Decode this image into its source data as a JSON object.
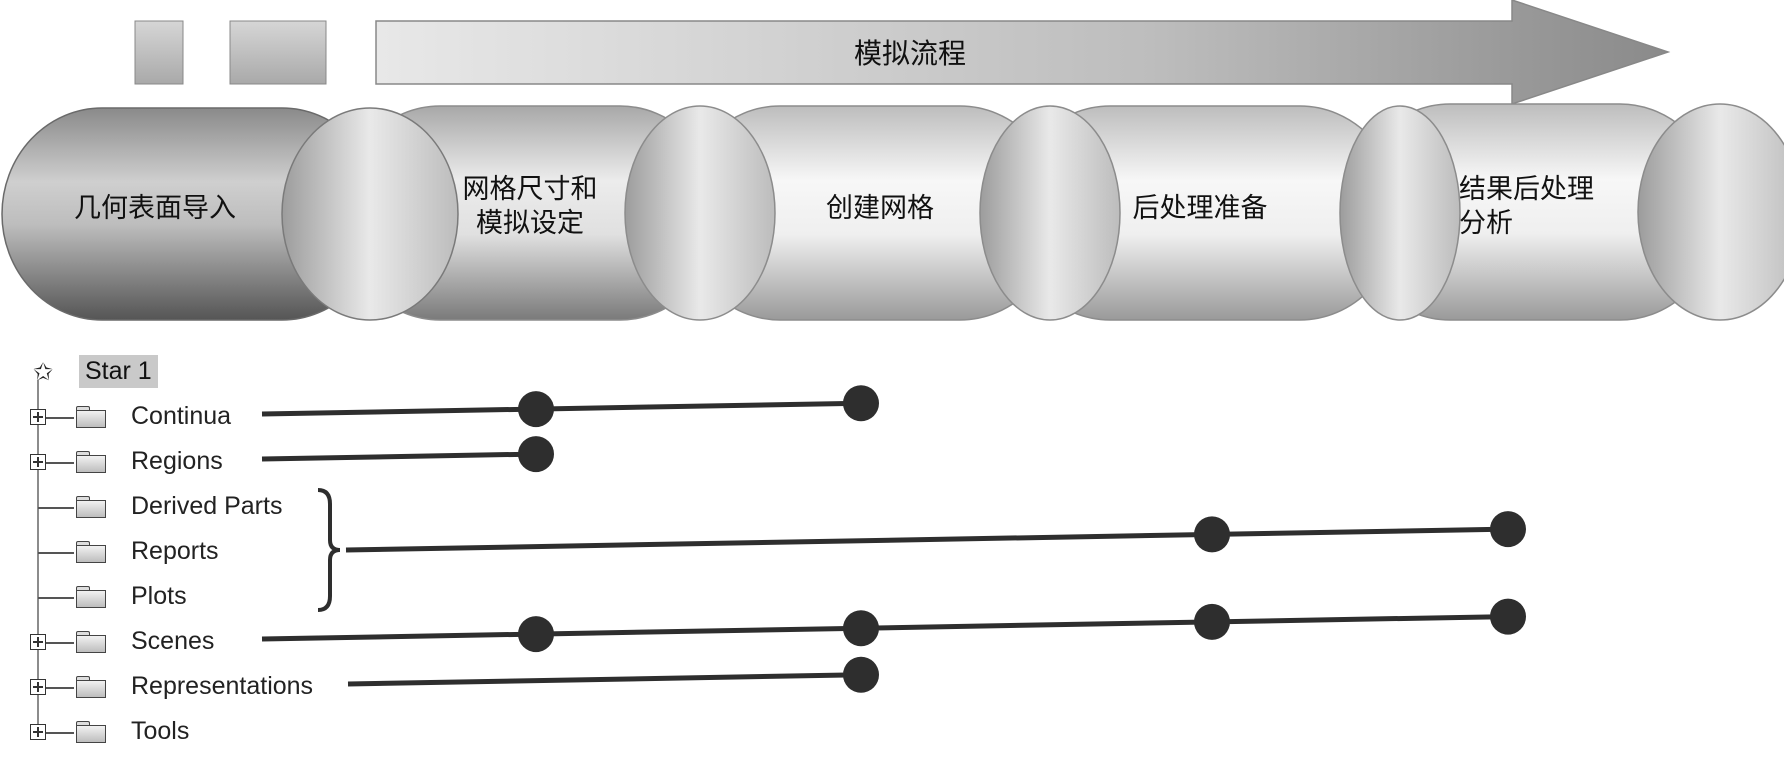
{
  "flow": {
    "arrow_label": "模拟流程",
    "stages": [
      {
        "label": "几何表面导入"
      },
      {
        "label": "网格尺寸和\n模拟设定"
      },
      {
        "label": "创建网格"
      },
      {
        "label": "后处理准备"
      },
      {
        "label": "结果后处理\n分析"
      }
    ]
  },
  "tree": {
    "root": "Star 1",
    "items": [
      {
        "label": "Continua",
        "expandable": true
      },
      {
        "label": "Regions",
        "expandable": true
      },
      {
        "label": "Derived Parts",
        "expandable": false
      },
      {
        "label": "Reports",
        "expandable": false
      },
      {
        "label": "Plots",
        "expandable": false
      },
      {
        "label": "Scenes",
        "expandable": true
      },
      {
        "label": "Representations",
        "expandable": true
      },
      {
        "label": "Tools",
        "expandable": true
      }
    ]
  },
  "mapping": [
    {
      "items": [
        "Continua"
      ],
      "stages": [
        2,
        3
      ]
    },
    {
      "items": [
        "Regions"
      ],
      "stages": [
        2
      ]
    },
    {
      "items": [
        "Derived Parts",
        "Reports",
        "Plots"
      ],
      "stages": [
        4,
        5
      ]
    },
    {
      "items": [
        "Scenes"
      ],
      "stages": [
        2,
        3,
        4,
        5
      ]
    },
    {
      "items": [
        "Representations"
      ],
      "stages": [
        3
      ]
    }
  ],
  "colors": {
    "cylinder_dark": "#6e6e6e",
    "cylinder_light": "#f4f4f4",
    "connector": "#2e2e2e",
    "root_highlight": "#c9c9c9"
  }
}
